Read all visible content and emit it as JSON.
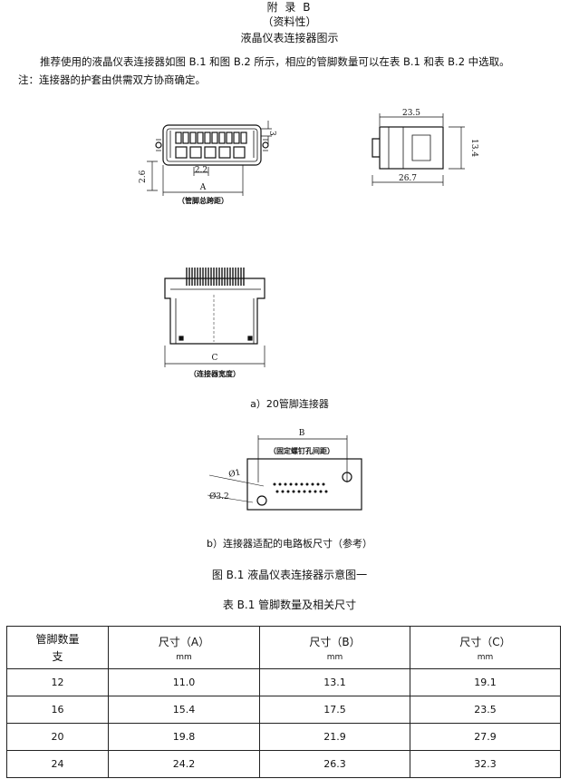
{
  "header": {
    "appendix": "附  录  B",
    "nature": "（资料性）",
    "title": "液晶仪表连接器图示"
  },
  "intro": {
    "paragraph": "推荐使用的液晶仪表连接器如图 B.1 和图 B.2 所示，相应的管脚数量可以在表 B.1 和表 B.2 中选取。",
    "note": "注：连接器的护套由供需双方协商确定。"
  },
  "figure_a": {
    "dim_3": "3",
    "dim_2_6": "2.6",
    "dim_2_2": "2.2",
    "label_A": "A",
    "label_A_desc": "（管脚总跨距）",
    "dim_23_5": "23.5",
    "dim_13_4": "13.4",
    "dim_26_7": "26.7",
    "label_C": "C",
    "label_C_desc": "（连接器宽度）",
    "caption": "a）20管脚连接器"
  },
  "figure_b": {
    "label_B": "B",
    "label_B_desc": "（固定螺钉孔间距）",
    "dim_hole_small": "Ø1",
    "dim_hole_large": "Ø3.2",
    "caption": "b）连接器适配的电路板尺寸（参考）"
  },
  "figure_title": "图 B.1  液晶仪表连接器示意图一",
  "table": {
    "title": "表 B.1  管脚数量及相关尺寸",
    "headers": {
      "pins_line1": "管脚数量",
      "pins_line2": "支",
      "a": "尺寸（A）",
      "b": "尺寸（B）",
      "c": "尺寸（C）",
      "unit": "mm"
    },
    "rows": [
      {
        "pins": "12",
        "a": "11.0",
        "b": "13.1",
        "c": "19.1"
      },
      {
        "pins": "16",
        "a": "15.4",
        "b": "17.5",
        "c": "23.5"
      },
      {
        "pins": "20",
        "a": "19.8",
        "b": "21.9",
        "c": "27.9"
      },
      {
        "pins": "24",
        "a": "24.2",
        "b": "26.3",
        "c": "32.3"
      }
    ]
  }
}
